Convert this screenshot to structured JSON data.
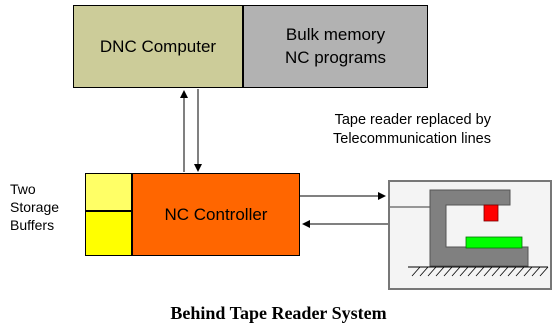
{
  "dnc_computer": {
    "label": "DNC Computer"
  },
  "bulk_memory": {
    "line1": "Bulk memory",
    "line2": "NC programs"
  },
  "nc_controller": {
    "label": "NC Controller"
  },
  "storage_buffers": {
    "line1": "Two",
    "line2": "Storage",
    "line3": "Buffers"
  },
  "tape_note": {
    "line1": "Tape reader replaced by",
    "line2": "Telecommunication lines"
  },
  "caption": "Behind Tape Reader System",
  "colors": {
    "dnc": "#cccc99",
    "bulk": "#b2b2b2",
    "nc": "#ff6600",
    "buffer_top": "#ffff66",
    "buffer_bottom": "#ffff00",
    "machine": "#808080",
    "tool": "#ff0000",
    "workpiece": "#00ff00"
  }
}
